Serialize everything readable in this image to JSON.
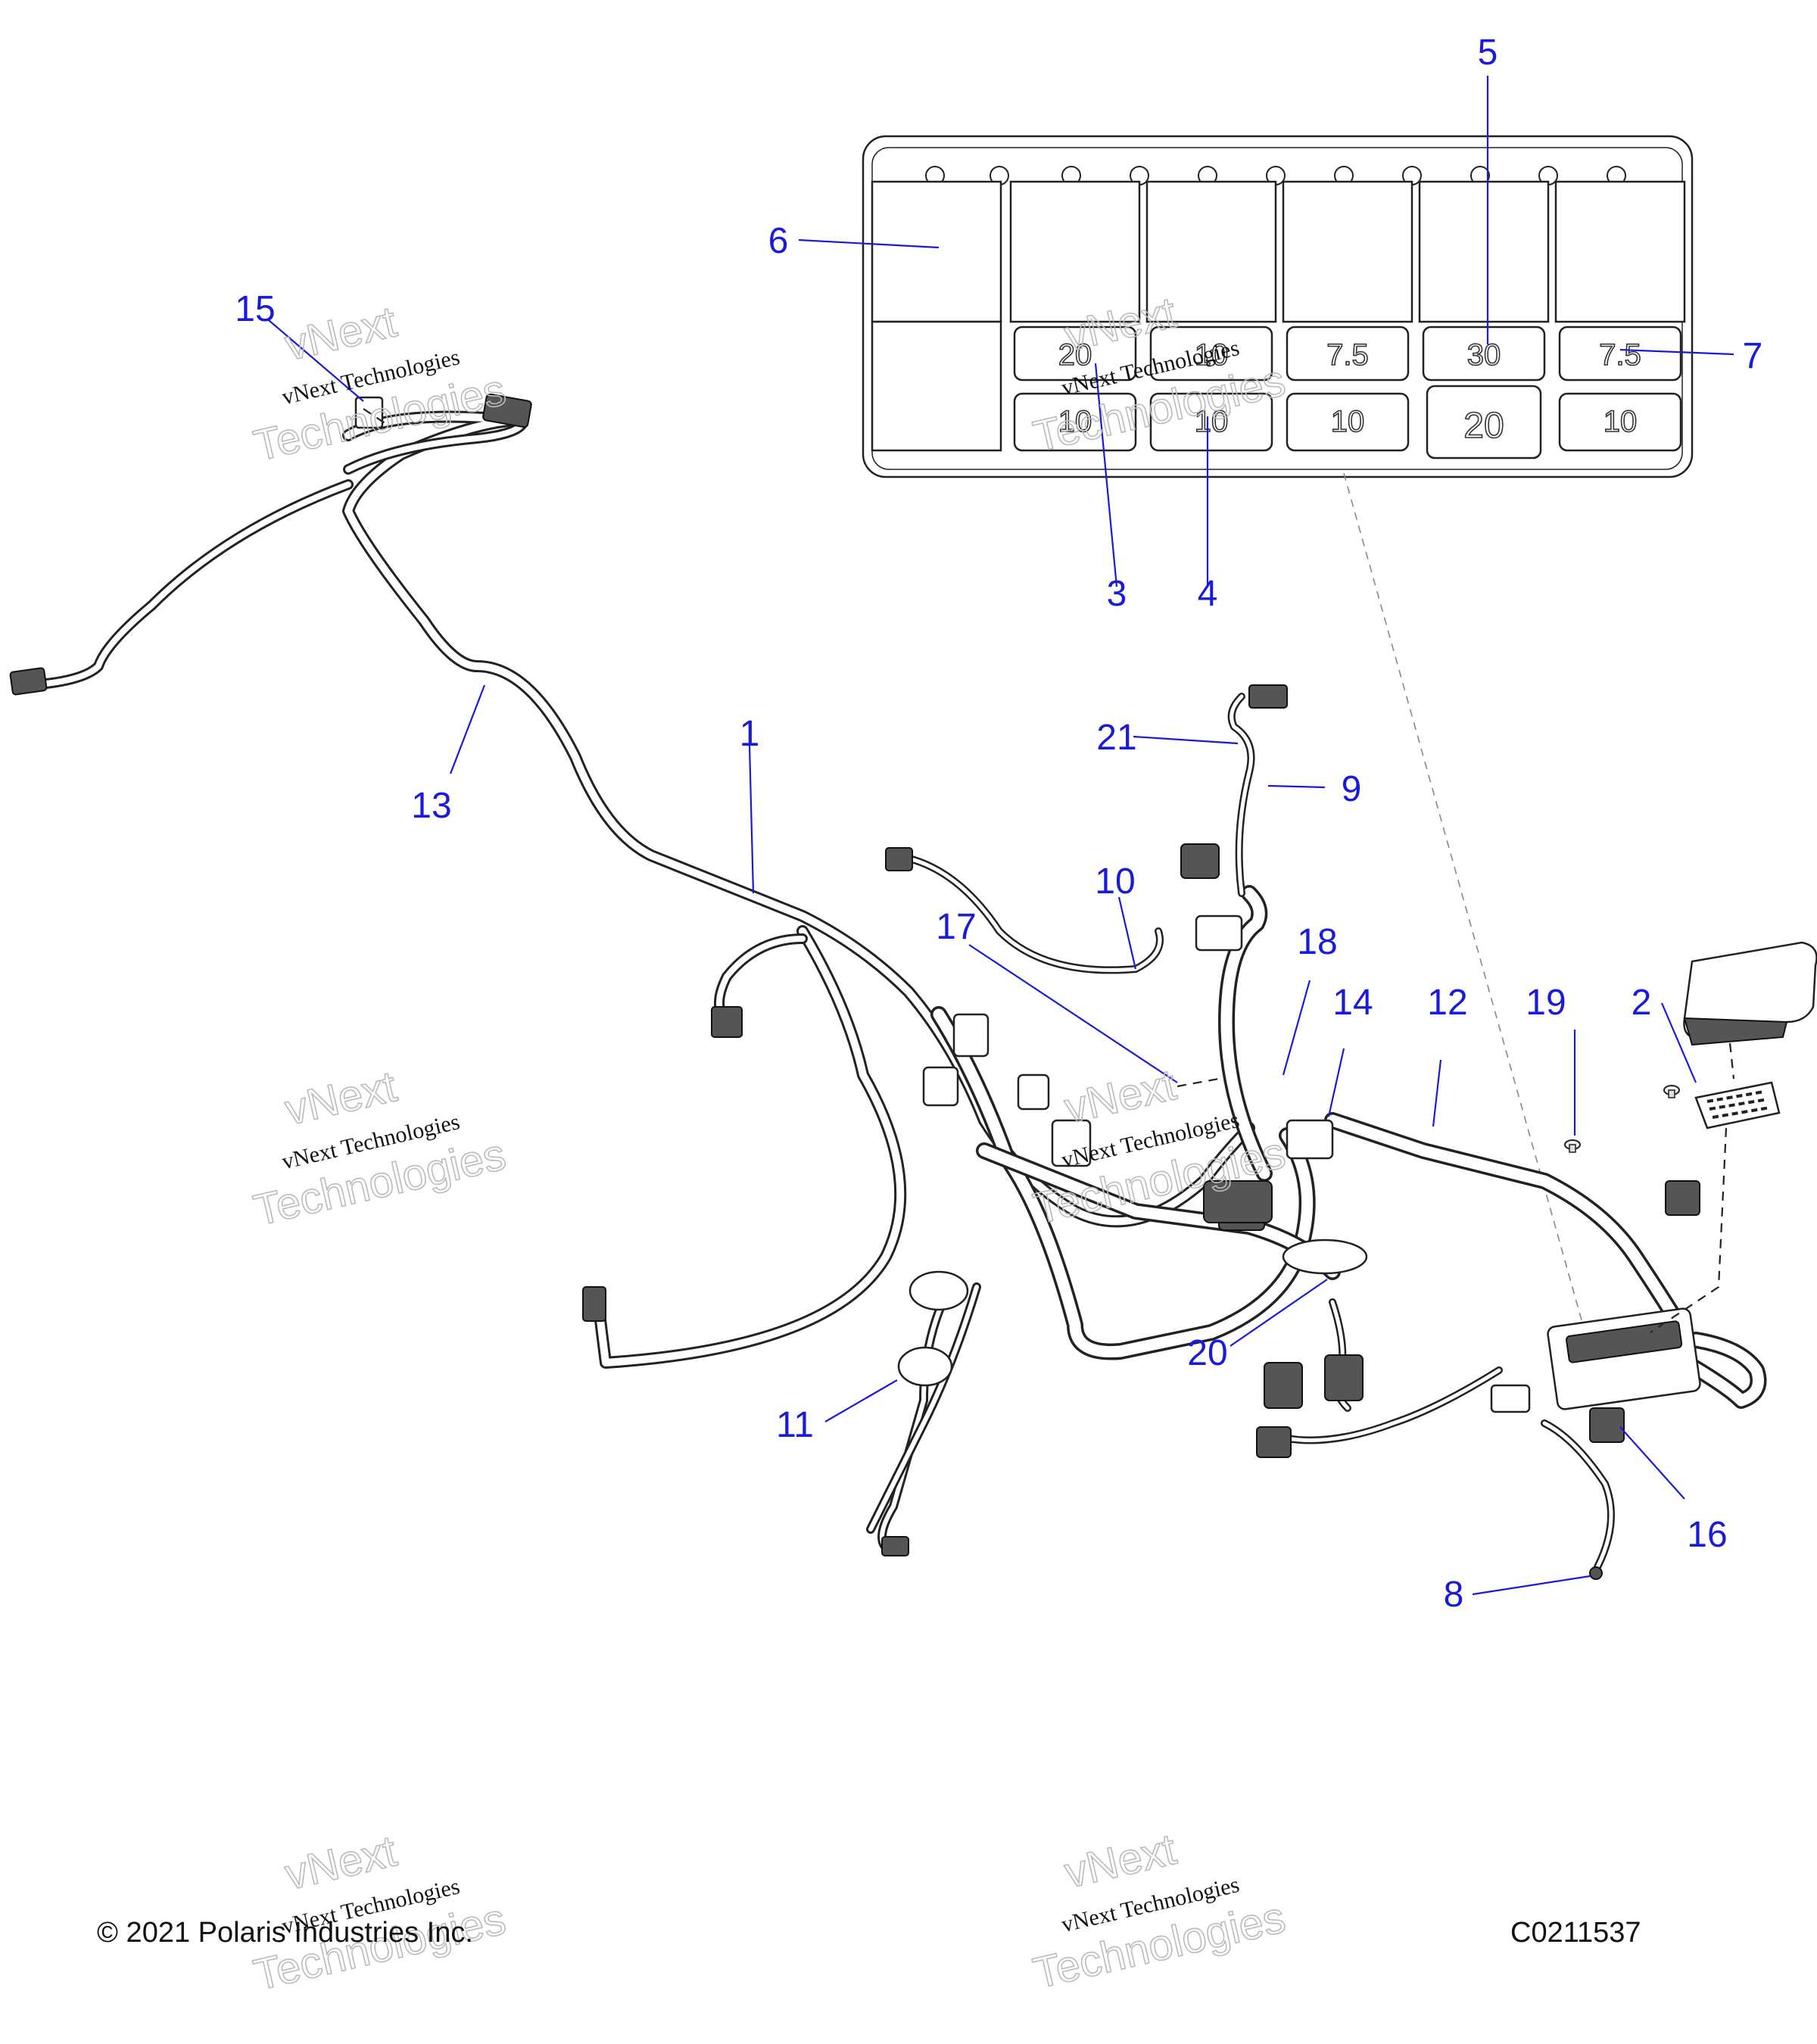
{
  "callouts": {
    "c1": "1",
    "c2": "2",
    "c3": "3",
    "c4": "4",
    "c5": "5",
    "c6": "6",
    "c7": "7",
    "c8": "8",
    "c9": "9",
    "c10": "10",
    "c11": "11",
    "c12": "12",
    "c13": "13",
    "c14": "14",
    "c15": "15",
    "c16": "16",
    "c17": "17",
    "c18": "18",
    "c19": "19",
    "c20": "20",
    "c21": "21"
  },
  "fuse_box": {
    "top_row": [
      "20",
      "10",
      "7.5",
      "30",
      "7.5"
    ],
    "bottom_row": [
      "10",
      "10",
      "10",
      "20",
      "10"
    ]
  },
  "footer": {
    "copyright": "© 2021 Polaris Industries Inc.",
    "drawing_id": "C0211537"
  },
  "watermark": {
    "line1": "vNext Technologies",
    "line2": "vNext",
    "line3": "Technologies"
  },
  "colors": {
    "callout": "#1a1adb",
    "line_art": "#222222"
  }
}
